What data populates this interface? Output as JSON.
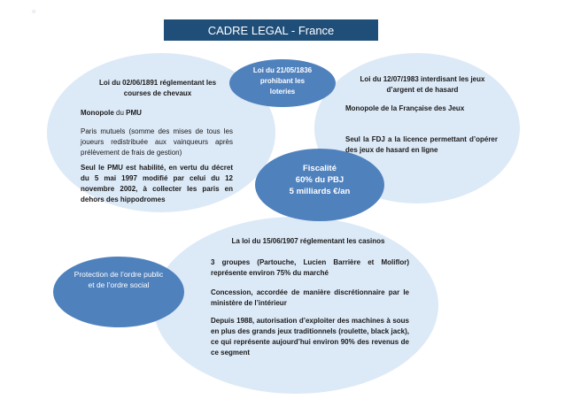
{
  "corner_mark": "○",
  "title": "CADRE LEGAL - France",
  "left": {
    "heading": "Loi du 02/06/1891 réglementant les courses de chevaux",
    "monopole_prefix": "Monopole",
    "monopole_du": " du ",
    "monopole_name": "PMU",
    "paris": "Paris mutuels (somme des mises de tous les joueurs redistribuée aux vainqueurs après prélèvement de frais de gestion)",
    "pmu_text": "Seul le PMU est habilité, en vertu du décret du 5 mai 1997 modifié par celui du 12 novembre 2002, à collecter les paris en dehors des hippodromes"
  },
  "loteries": {
    "text": "Loi du 21/05/1836 prohibant les loteries"
  },
  "right": {
    "heading": "Loi du 12/07/1983 interdisant les jeux d’argent et de hasard",
    "monopole": "Monopole de la Française des Jeux",
    "fdj": "Seul la FDJ a la licence permettant d’opérer des jeux de hasard en ligne"
  },
  "fiscalite": {
    "title": "Fiscalité",
    "line1": "60% du PBJ",
    "line2": "5 milliards €/an"
  },
  "bottom": {
    "heading": "La loi du 15/06/1907 réglementant les casinos",
    "p1": "3 groupes (Partouche, Lucien Barrière et Moliflor) représente environ 75% du marché",
    "p2": "Concession, accordée de manière discrétionnaire par le ministère de l’intérieur",
    "p3": "Depuis 1988, autorisation d’exploiter des machines à sous en plus des grands jeux traditionnels (roulette, black jack), ce qui représente aujourd’hui environ 90% des revenus de ce segment"
  },
  "protection": {
    "text": "Protection de l’ordre public et de l’ordre social"
  }
}
